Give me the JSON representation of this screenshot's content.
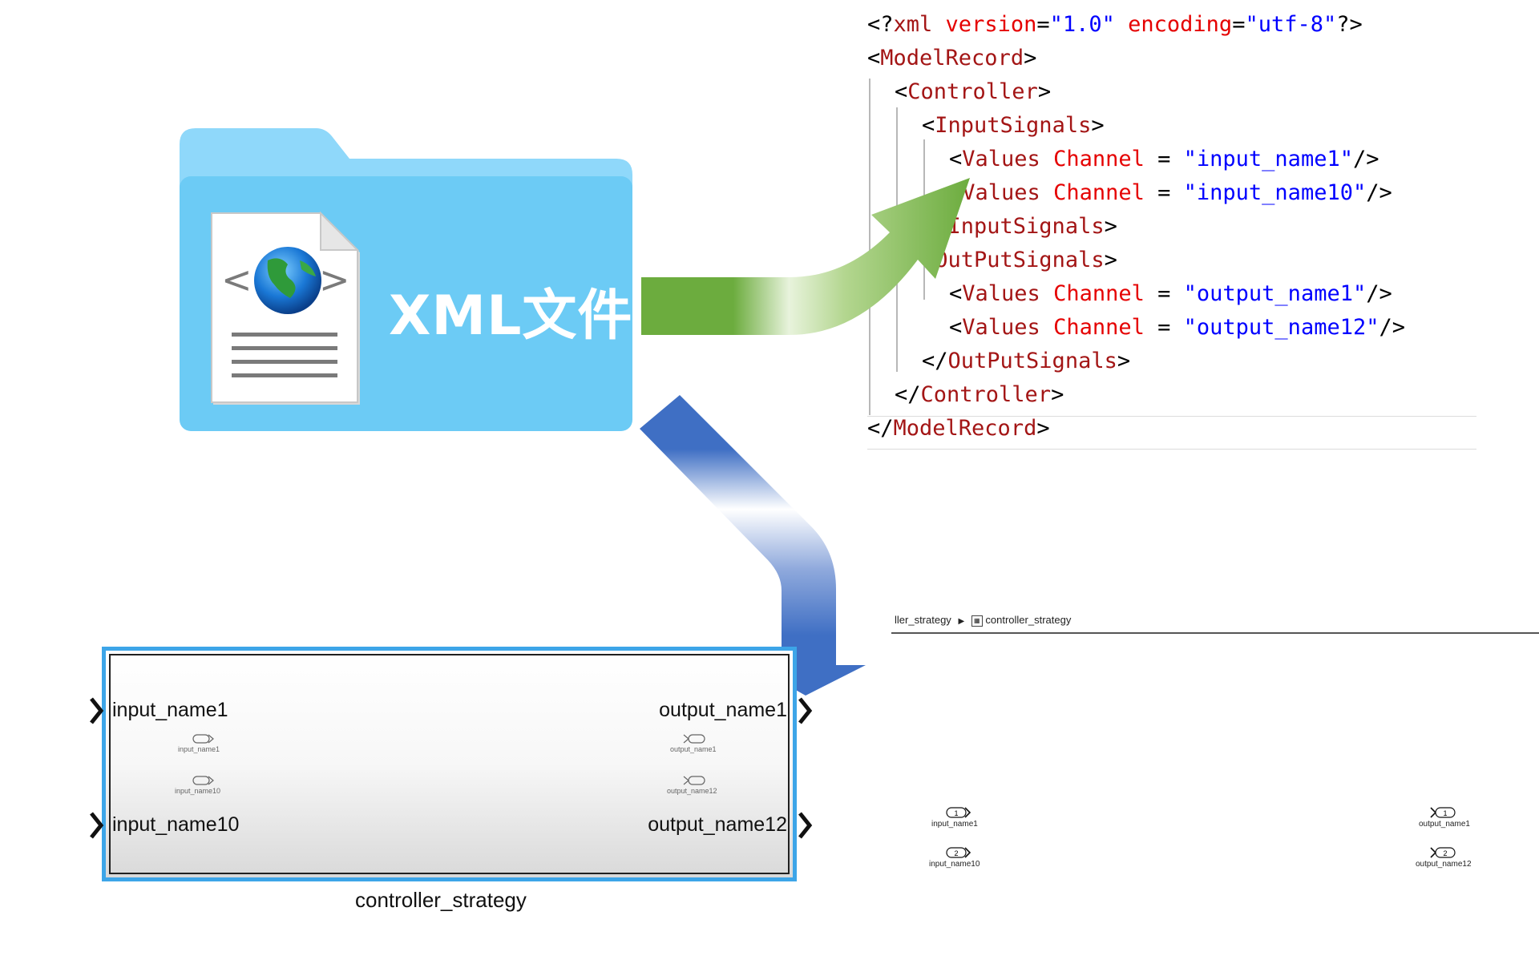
{
  "folder": {
    "label": "XML文件"
  },
  "xml": {
    "lines": [
      {
        "indent": 0,
        "parts": [
          [
            "punc",
            "<?"
          ],
          [
            "tag",
            "xml"
          ],
          [
            "attr",
            " version"
          ],
          [
            "punc",
            "="
          ],
          [
            "val",
            "\"1.0\""
          ],
          [
            "attr",
            " encoding"
          ],
          [
            "punc",
            "="
          ],
          [
            "val",
            "\"utf-8\""
          ],
          [
            "punc",
            "?>"
          ]
        ]
      },
      {
        "indent": 0,
        "parts": [
          [
            "punc",
            "<"
          ],
          [
            "tag",
            "ModelRecord"
          ],
          [
            "punc",
            ">"
          ]
        ]
      },
      {
        "indent": 1,
        "parts": [
          [
            "punc",
            "<"
          ],
          [
            "tag",
            "Controller"
          ],
          [
            "punc",
            ">"
          ]
        ]
      },
      {
        "indent": 2,
        "parts": [
          [
            "punc",
            "<"
          ],
          [
            "tag",
            "InputSignals"
          ],
          [
            "punc",
            ">"
          ]
        ]
      },
      {
        "indent": 3,
        "parts": [
          [
            "punc",
            "<"
          ],
          [
            "tag",
            "Values"
          ],
          [
            "attr",
            " Channel"
          ],
          [
            "punc",
            " = "
          ],
          [
            "val",
            "\"input_name1\""
          ],
          [
            "punc",
            "/>"
          ]
        ]
      },
      {
        "indent": 3,
        "parts": [
          [
            "punc",
            "<"
          ],
          [
            "tag",
            "Values"
          ],
          [
            "attr",
            " Channel"
          ],
          [
            "punc",
            " = "
          ],
          [
            "val",
            "\"input_name10\""
          ],
          [
            "punc",
            "/>"
          ]
        ]
      },
      {
        "indent": 2,
        "parts": [
          [
            "punc",
            "</"
          ],
          [
            "tag",
            "InputSignals"
          ],
          [
            "punc",
            ">"
          ]
        ]
      },
      {
        "indent": 2,
        "parts": [
          [
            "punc",
            "<"
          ],
          [
            "tag",
            "OutPutSignals"
          ],
          [
            "punc",
            ">"
          ]
        ]
      },
      {
        "indent": 3,
        "parts": [
          [
            "punc",
            "<"
          ],
          [
            "tag",
            "Values"
          ],
          [
            "attr",
            " Channel"
          ],
          [
            "punc",
            " = "
          ],
          [
            "val",
            "\"output_name1\""
          ],
          [
            "punc",
            "/>"
          ]
        ]
      },
      {
        "indent": 3,
        "parts": [
          [
            "punc",
            "<"
          ],
          [
            "tag",
            "Values"
          ],
          [
            "attr",
            " Channel"
          ],
          [
            "punc",
            " = "
          ],
          [
            "val",
            "\"output_name12\""
          ],
          [
            "punc",
            "/>"
          ]
        ]
      },
      {
        "indent": 2,
        "parts": [
          [
            "punc",
            "</"
          ],
          [
            "tag",
            "OutPutSignals"
          ],
          [
            "punc",
            ">"
          ]
        ]
      },
      {
        "indent": 1,
        "parts": [
          [
            "punc",
            "</"
          ],
          [
            "tag",
            "Controller"
          ],
          [
            "punc",
            ">"
          ]
        ]
      },
      {
        "indent": 0,
        "parts": [
          [
            "punc",
            "</"
          ],
          [
            "tag",
            "ModelRecord"
          ],
          [
            "punc",
            ">"
          ]
        ]
      }
    ]
  },
  "block": {
    "name": "controller_strategy",
    "inputs": [
      "input_name1",
      "input_name10"
    ],
    "outputs": [
      "output_name1",
      "output_name12"
    ],
    "tiny_in": [
      "input_name1",
      "input_name10"
    ],
    "tiny_out": [
      "output_name1",
      "output_name12"
    ]
  },
  "breadcrumb": {
    "parent": "ller_strategy",
    "current": "controller_strategy"
  },
  "right_model": {
    "inports": [
      {
        "num": "1",
        "name": "input_name1"
      },
      {
        "num": "2",
        "name": "input_name10"
      }
    ],
    "outports": [
      {
        "num": "1",
        "name": "output_name1"
      },
      {
        "num": "2",
        "name": "output_name12"
      }
    ]
  },
  "colors": {
    "green_arrow": "#6cac3e",
    "blue_arrow": "#3f6fc4",
    "folder": "#6ccbf5",
    "block_border": "#3da5e8"
  }
}
